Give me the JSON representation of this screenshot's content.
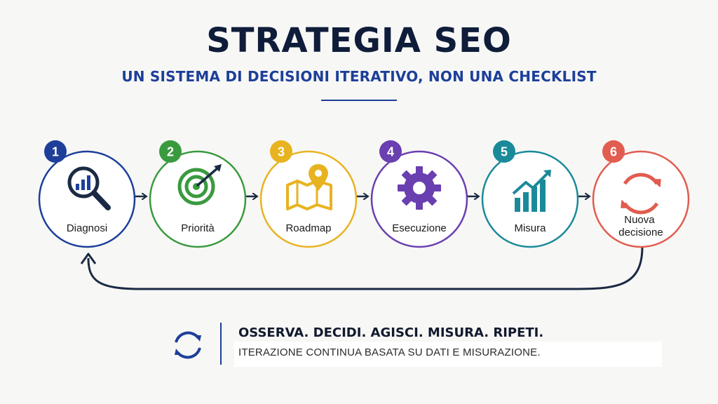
{
  "header": {
    "title": "STRATEGIA SEO",
    "subtitle": "UN SISTEMA DI DECISIONI ITERATIVO, NON UNA CHECKLIST"
  },
  "steps": [
    {
      "number": "1",
      "label": "Diagnosi",
      "icon": "magnifier-chart-icon",
      "color": "#1d3f9a"
    },
    {
      "number": "2",
      "label": "Priorità",
      "icon": "target-arrow-icon",
      "color": "#3a9a3e"
    },
    {
      "number": "3",
      "label": "Roadmap",
      "icon": "map-pin-icon",
      "color": "#e8b320"
    },
    {
      "number": "4",
      "label": "Esecuzione",
      "icon": "gear-icon",
      "color": "#6a3fb0"
    },
    {
      "number": "5",
      "label": "Misura",
      "icon": "growth-chart-icon",
      "color": "#1a8a9a"
    },
    {
      "number": "6",
      "label": "Nuova decisione",
      "icon": "refresh-icon",
      "color": "#e25c4f"
    }
  ],
  "footer": {
    "icon": "cycle-icon",
    "main": "OSSERVA. DECIDI. AGISCI. MISURA. RIPETI.",
    "sub": "ITERAZIONE CONTINUA BASATA SU DATI E MISURAZIONE."
  }
}
